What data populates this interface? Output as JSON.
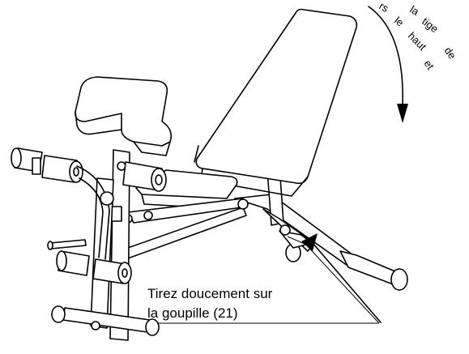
{
  "callout": {
    "line1": "Tirez doucement sur",
    "line2": "la goupille (21)"
  },
  "arc_instruction": {
    "words": [
      "la",
      "tige",
      "de",
      "rs",
      "le",
      "haut",
      "et"
    ]
  },
  "colors": {
    "ink": "#000000",
    "paper": "#ffffff"
  },
  "icons": {
    "rotation_arrow": "curved-arrow-icon"
  }
}
